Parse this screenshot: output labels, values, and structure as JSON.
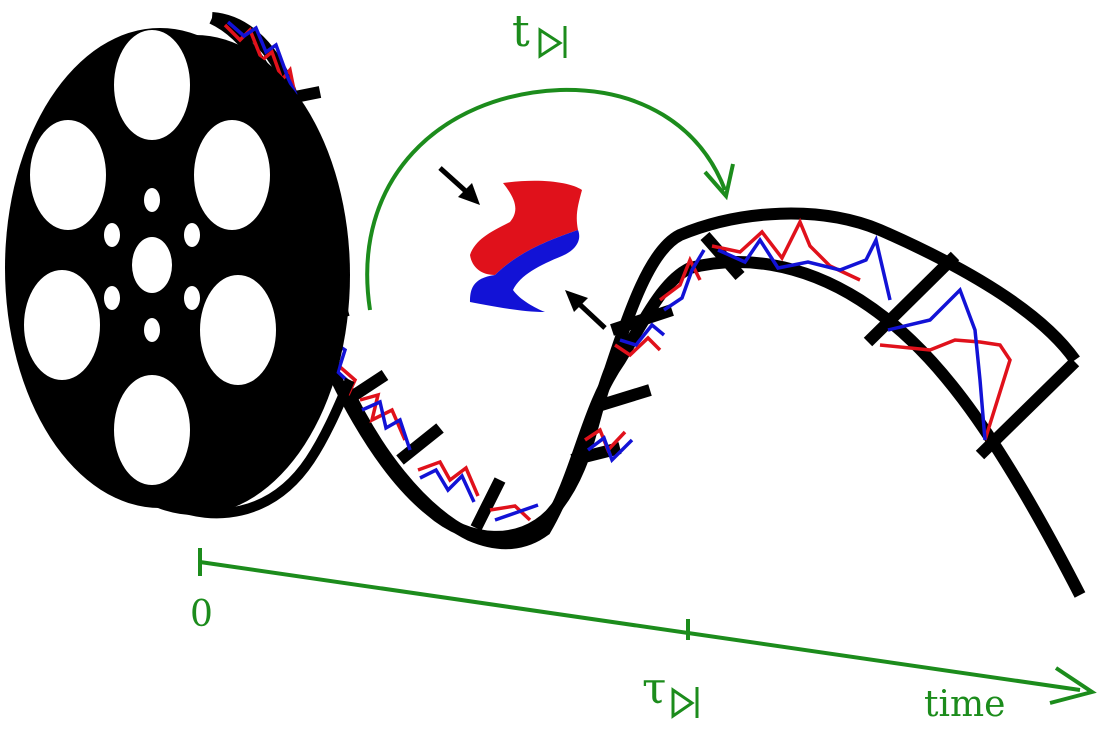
{
  "labels": {
    "arc_label": "t",
    "origin": "0",
    "tau": "τ",
    "axis": "time"
  },
  "colors": {
    "ink": "#000000",
    "green": "#1c8c1c",
    "red": "#e0111b",
    "blue": "#1212d6"
  },
  "icons": {
    "dagger_symbol": "reflected-triangle-bar-icon",
    "reel": "film-reel-icon",
    "molecule": "two-lobed-shape-icon"
  }
}
